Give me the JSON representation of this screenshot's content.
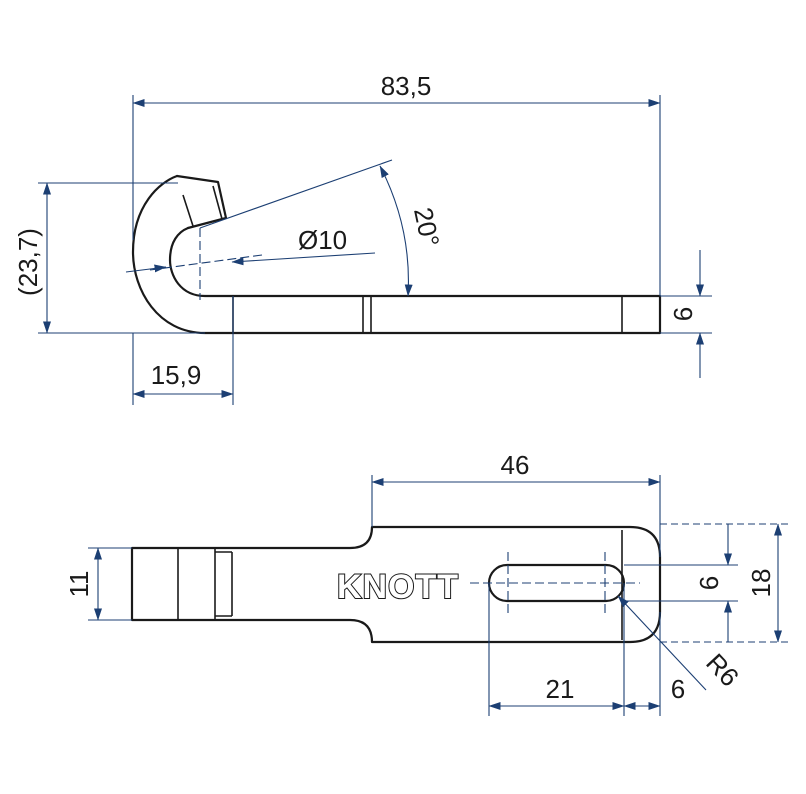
{
  "side_view": {
    "overall_length": "83,5",
    "height_ref": "(23,7)",
    "hook_width": "15,9",
    "bore_diameter": "Ø10",
    "bend_angle": "20°",
    "thickness": "6"
  },
  "top_view": {
    "slot_length": "46",
    "shank_width": "11",
    "slot_width": "6",
    "head_width": "18",
    "slot_offset": "21",
    "end_offset": "6",
    "radius": "R6",
    "brand": "KNOTT"
  },
  "colors": {
    "dimension_line": "#1c3f73",
    "outline": "#1a1a1a"
  }
}
